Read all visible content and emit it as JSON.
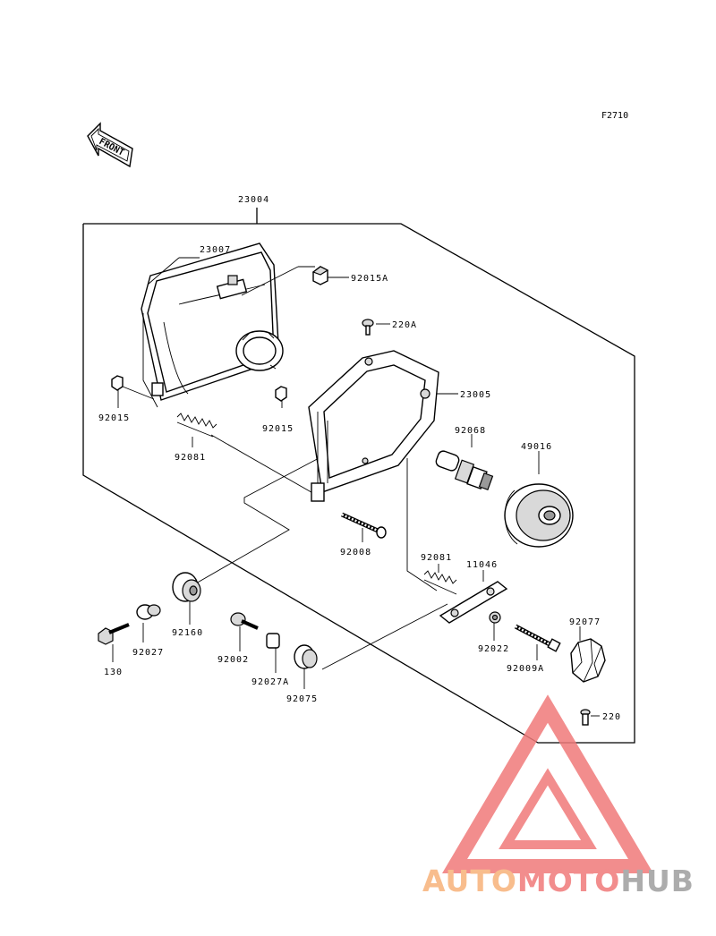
{
  "figure_code": "F2710",
  "front_label": "FRONT",
  "parts": [
    {
      "id": "p-23004",
      "label": "23004"
    },
    {
      "id": "p-23007",
      "label": "23007"
    },
    {
      "id": "p-92015A",
      "label": "92015A"
    },
    {
      "id": "p-220A",
      "label": "220A"
    },
    {
      "id": "p-23005",
      "label": "23005"
    },
    {
      "id": "p-92015-left",
      "label": "92015"
    },
    {
      "id": "p-92015-mid",
      "label": "92015"
    },
    {
      "id": "p-92081-top",
      "label": "92081"
    },
    {
      "id": "p-92068",
      "label": "92068"
    },
    {
      "id": "p-49016",
      "label": "49016"
    },
    {
      "id": "p-92008",
      "label": "92008"
    },
    {
      "id": "p-92081-low",
      "label": "92081"
    },
    {
      "id": "p-11046",
      "label": "11046"
    },
    {
      "id": "p-92160",
      "label": "92160"
    },
    {
      "id": "p-92027",
      "label": "92027"
    },
    {
      "id": "p-130",
      "label": "130"
    },
    {
      "id": "p-92002",
      "label": "92002"
    },
    {
      "id": "p-92027A",
      "label": "92027A"
    },
    {
      "id": "p-92075",
      "label": "92075"
    },
    {
      "id": "p-92022",
      "label": "92022"
    },
    {
      "id": "p-92009A",
      "label": "92009A"
    },
    {
      "id": "p-92077",
      "label": "92077"
    },
    {
      "id": "p-220",
      "label": "220"
    }
  ],
  "watermark": {
    "part1": "AUTO",
    "part2": "MOTO",
    "part3": "HUB",
    "color_orange": "#f7b27a",
    "color_red": "#f07a7a",
    "color_grey": "#9e9e9e"
  }
}
